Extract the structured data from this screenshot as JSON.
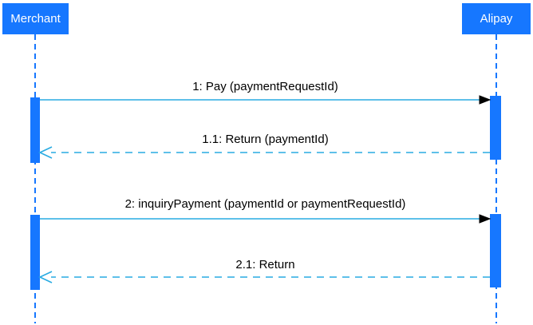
{
  "diagram": {
    "kind": "uml-sequence-diagram",
    "actors": [
      {
        "name": "Merchant"
      },
      {
        "name": "Alipay"
      }
    ],
    "messages": [
      {
        "label": "1: Pay (paymentRequestId)",
        "from": "Merchant",
        "to": "Alipay",
        "line": "solid",
        "arrowhead": "filled-black"
      },
      {
        "label": "1.1: Return (paymentId)",
        "from": "Alipay",
        "to": "Merchant",
        "line": "dashed",
        "arrowhead": "open-cyan"
      },
      {
        "label": "2: inquiryPayment (paymentId or paymentRequestId)",
        "from": "Merchant",
        "to": "Alipay",
        "line": "solid",
        "arrowhead": "filled-black"
      },
      {
        "label": "2.1: Return",
        "from": "Alipay",
        "to": "Merchant",
        "line": "dashed",
        "arrowhead": "open-cyan"
      }
    ],
    "colors": {
      "actor_fill": "#1677FF",
      "actor_text": "#FFFFFF",
      "lifeline": "#1677FF",
      "activation_fill": "#1677FF",
      "message_line": "#29ABE2",
      "solid_arrowhead": "#000000",
      "label_text": "#000000",
      "background": "#FFFFFF"
    }
  }
}
